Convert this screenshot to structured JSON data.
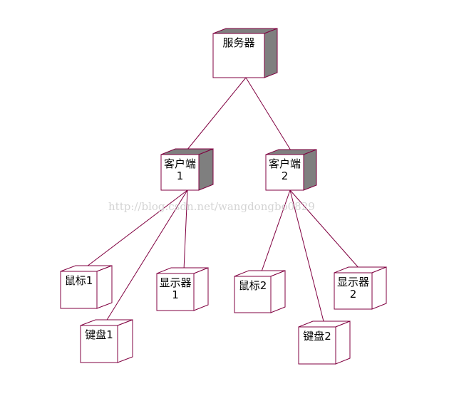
{
  "diagram": {
    "watermark": "http://blog.csdn.net/wangdongbo0829",
    "colors": {
      "outline": "#800040",
      "face": "#ffffff",
      "shade_dark": "#7f7f7f",
      "text": "#000000"
    },
    "nodes": [
      {
        "id": "server",
        "lines": [
          "服务器"
        ],
        "shaded": true
      },
      {
        "id": "client1",
        "lines": [
          "客户端",
          "1"
        ],
        "shaded": true
      },
      {
        "id": "client2",
        "lines": [
          "客户端",
          "2"
        ],
        "shaded": true
      },
      {
        "id": "mouse1",
        "lines": [
          "鼠标1"
        ],
        "shaded": false
      },
      {
        "id": "keyboard1",
        "lines": [
          "键盘1"
        ],
        "shaded": false
      },
      {
        "id": "monitor1",
        "lines": [
          "显示器",
          "1"
        ],
        "shaded": false
      },
      {
        "id": "mouse2",
        "lines": [
          "鼠标2"
        ],
        "shaded": false
      },
      {
        "id": "keyboard2",
        "lines": [
          "键盘2"
        ],
        "shaded": false
      },
      {
        "id": "monitor2",
        "lines": [
          "显示器",
          "2"
        ],
        "shaded": false
      }
    ],
    "edges": [
      {
        "from": "server",
        "to": "client1"
      },
      {
        "from": "server",
        "to": "client2"
      },
      {
        "from": "client1",
        "to": "mouse1"
      },
      {
        "from": "client1",
        "to": "keyboard1"
      },
      {
        "from": "client1",
        "to": "monitor1"
      },
      {
        "from": "client2",
        "to": "mouse2"
      },
      {
        "from": "client2",
        "to": "keyboard2"
      },
      {
        "from": "client2",
        "to": "monitor2"
      }
    ]
  }
}
